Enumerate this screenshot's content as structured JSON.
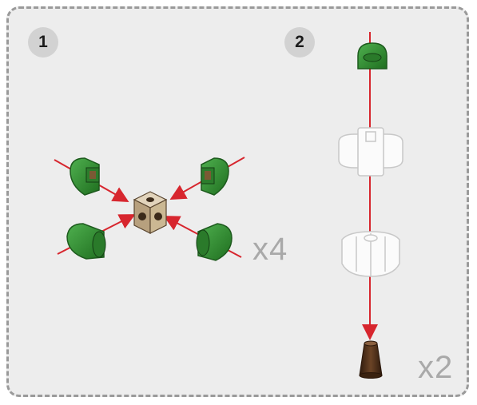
{
  "steps": [
    {
      "number": "1",
      "multiplier": "x4"
    },
    {
      "number": "2",
      "multiplier": "x2"
    }
  ],
  "colors": {
    "background": "#ededed",
    "border": "#9a9a9a",
    "arrow": "#d7262e",
    "part_green": "#2f8a2f",
    "part_green_dark": "#1d5a1d",
    "hub_wood": "#c9b79a",
    "foot_brown": "#4a2c17",
    "ghost_outline": "#c8c8c8"
  },
  "icons": [
    "connector-hub-icon",
    "rounded-connector-icon",
    "foot-cap-icon",
    "ghost-part-icon",
    "arrow-icon"
  ]
}
